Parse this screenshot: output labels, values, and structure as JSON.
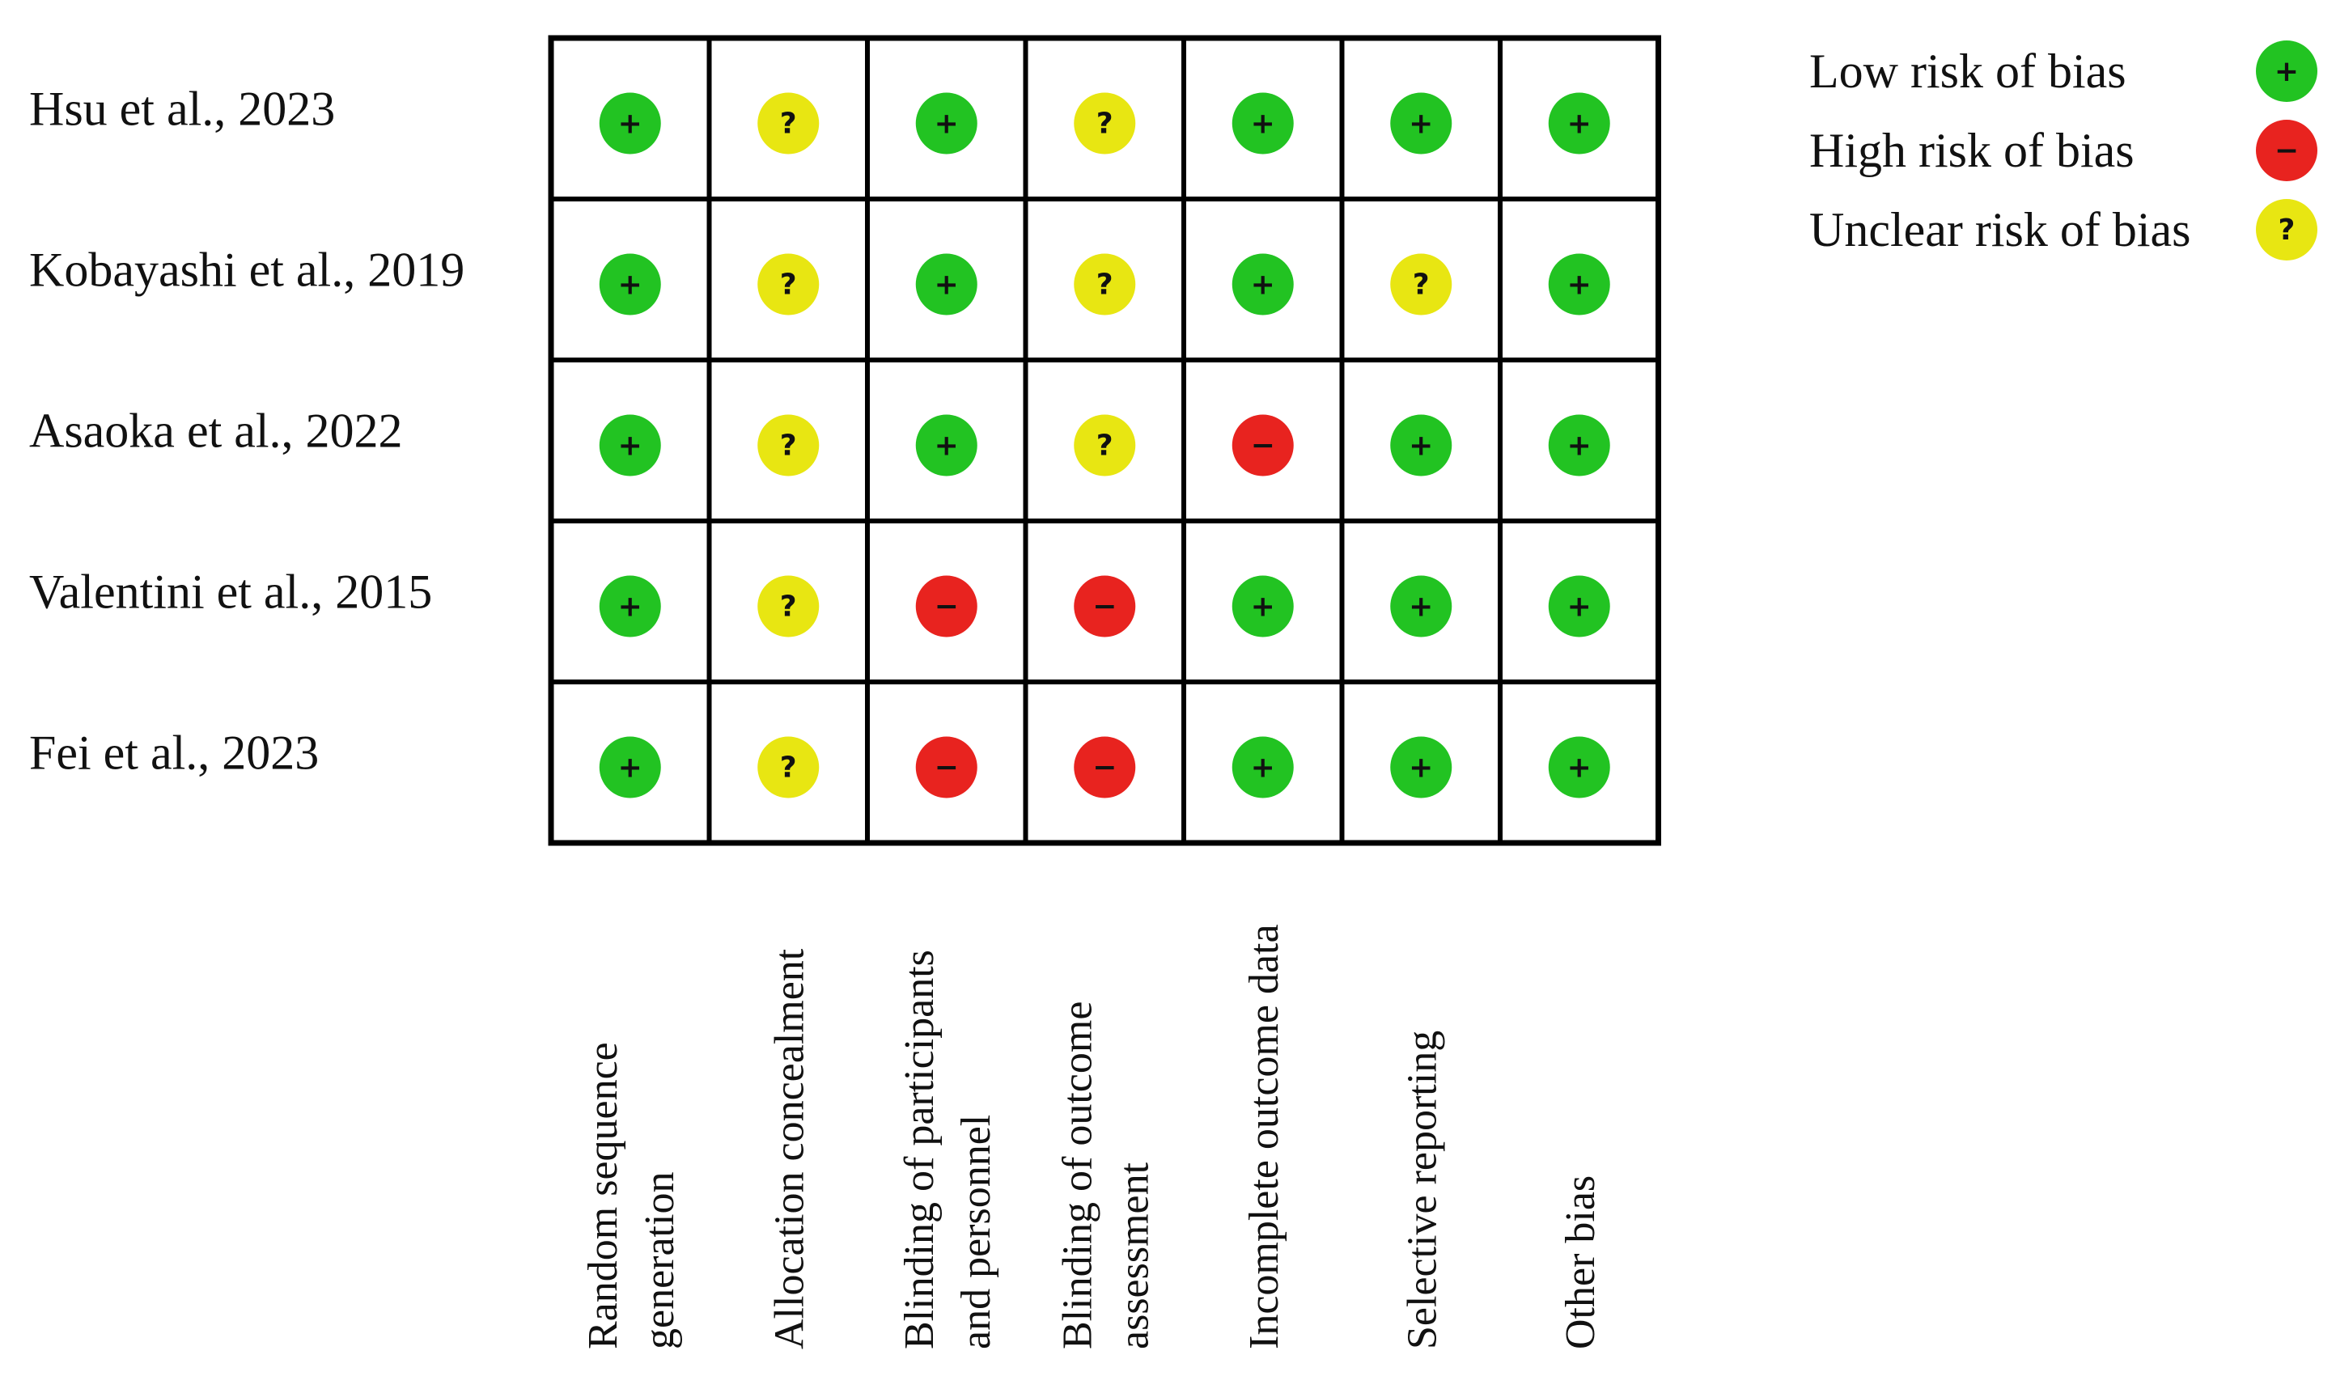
{
  "chart_data": {
    "type": "table",
    "studies": [
      "Hsu et al., 2023",
      "Kobayashi et al., 2019",
      "Asaoka et al., 2022",
      "Valentini et al., 2015",
      "Fei et al., 2023"
    ],
    "domains": [
      [
        "Random sequence",
        "generation"
      ],
      [
        "Allocation concealment"
      ],
      [
        "Blinding of participants",
        "and personnel"
      ],
      [
        "Blinding of outcome",
        "assessment"
      ],
      [
        "Incomplete outcome data"
      ],
      [
        "Selective reporting"
      ],
      [
        "Other bias"
      ]
    ],
    "ratings": [
      [
        "low",
        "unclear",
        "low",
        "unclear",
        "low",
        "low",
        "low"
      ],
      [
        "low",
        "unclear",
        "low",
        "unclear",
        "low",
        "unclear",
        "low"
      ],
      [
        "low",
        "unclear",
        "low",
        "unclear",
        "high",
        "low",
        "low"
      ],
      [
        "low",
        "unclear",
        "high",
        "high",
        "low",
        "low",
        "low"
      ],
      [
        "low",
        "unclear",
        "high",
        "high",
        "low",
        "low",
        "low"
      ]
    ],
    "legend": [
      {
        "key": "low",
        "label": "Low risk of bias",
        "symbol": "+",
        "color": "#22c322"
      },
      {
        "key": "high",
        "label": "High risk of bias",
        "symbol": "−",
        "color": "#e8231f"
      },
      {
        "key": "unclear",
        "label": "Unclear risk of bias",
        "symbol": "?",
        "color": "#e8e612"
      }
    ]
  }
}
